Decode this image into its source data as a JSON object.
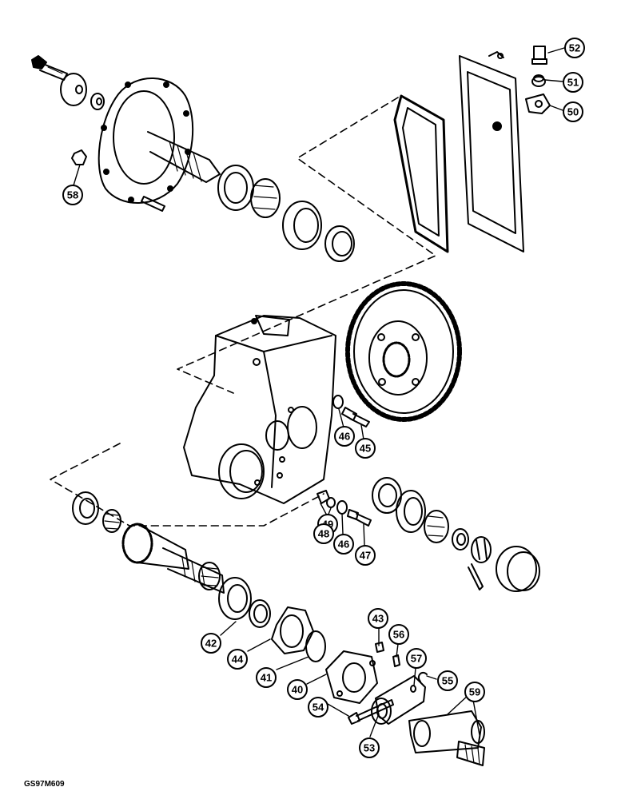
{
  "diagram": {
    "drawing_code": "GS97M609",
    "callouts": [
      {
        "id": "c52",
        "label": "52"
      },
      {
        "id": "c51",
        "label": "51"
      },
      {
        "id": "c50",
        "label": "50"
      },
      {
        "id": "c58",
        "label": "58"
      },
      {
        "id": "c46a",
        "label": "46"
      },
      {
        "id": "c45",
        "label": "45"
      },
      {
        "id": "c49",
        "label": "49"
      },
      {
        "id": "c48",
        "label": "48"
      },
      {
        "id": "c46b",
        "label": "46"
      },
      {
        "id": "c47",
        "label": "47"
      },
      {
        "id": "c43",
        "label": "43"
      },
      {
        "id": "c56",
        "label": "56"
      },
      {
        "id": "c57",
        "label": "57"
      },
      {
        "id": "c55",
        "label": "55"
      },
      {
        "id": "c59",
        "label": "59"
      },
      {
        "id": "c42",
        "label": "42"
      },
      {
        "id": "c44",
        "label": "44"
      },
      {
        "id": "c41",
        "label": "41"
      },
      {
        "id": "c40",
        "label": "40"
      },
      {
        "id": "c54",
        "label": "54"
      },
      {
        "id": "c53",
        "label": "53"
      }
    ]
  }
}
